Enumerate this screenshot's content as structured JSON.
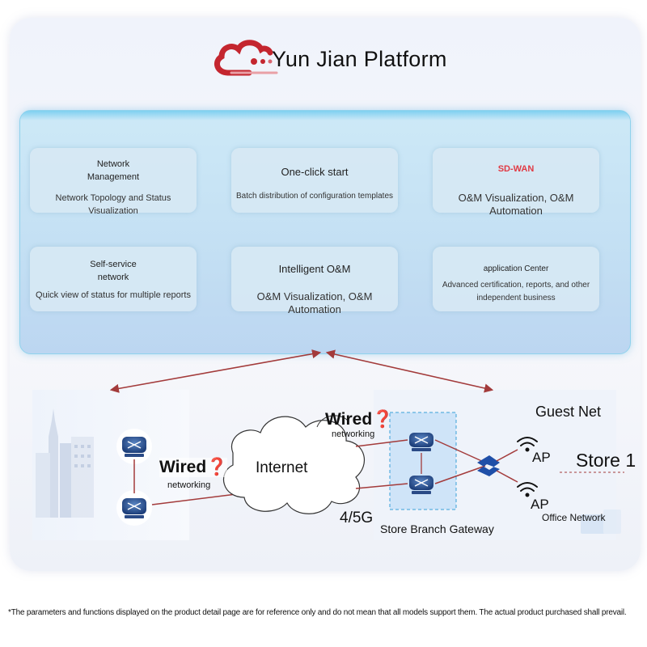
{
  "header": {
    "title": "Yun Jian Platform"
  },
  "features": [
    {
      "heading": "Network\nManagement",
      "description": "Network Topology and Status Visualization"
    },
    {
      "heading": "One-click start",
      "description": "Batch distribution of configuration templates"
    },
    {
      "heading": "SD-WAN",
      "description": "O&M Visualization, O&M Automation"
    },
    {
      "heading": "Self-service\nnetwork",
      "description": "Quick view of status for multiple reports"
    },
    {
      "heading": "Intelligent O&M",
      "description": "O&M Visualization, O&M Automation"
    },
    {
      "heading": "application Center",
      "description": "Advanced certification, reports, and other\nindependent business"
    }
  ],
  "topology": {
    "internet": "Internet",
    "wired_left": "Wired❓",
    "wired_left_sub": "networking",
    "wired_right": "Wired❓",
    "wired_right_sub": "networking",
    "cellular": "4/5G",
    "gateway": "Store Branch Gateway",
    "guest_net": "Guest Net",
    "ap_1": "AP",
    "ap_2": "AP",
    "store": "Store 1",
    "office_network": "Office Network"
  },
  "footer": {
    "disclaimer": "*The parameters and functions displayed on the product detail page are for reference only and do not mean that all models support them. The actual product purchased shall prevail."
  },
  "colors": {
    "brand_red": "#c4262f",
    "arrow": "#a33b3b",
    "panel_border": "#8fd2ec",
    "sdwan_red": "#e13a44"
  }
}
